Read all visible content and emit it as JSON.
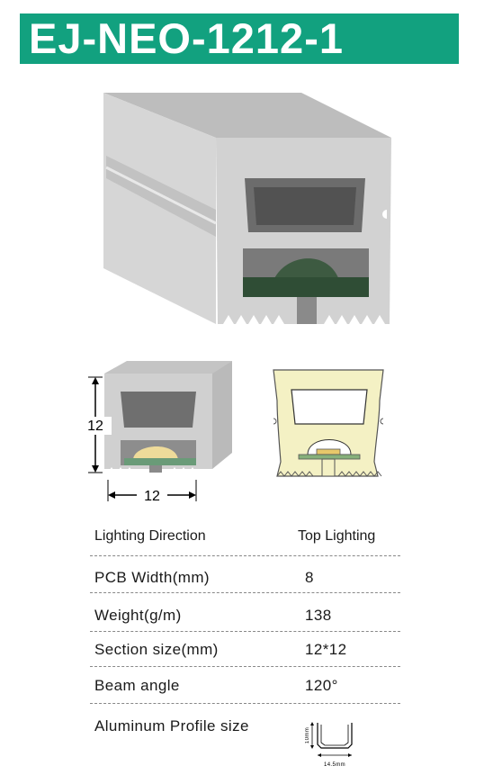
{
  "title": "EJ-NEO-1212-1",
  "dimensions": {
    "height_label": "12",
    "width_label": "12"
  },
  "specs": {
    "header": {
      "label": "Lighting  Direction",
      "value": "Top Lighting"
    },
    "rows": [
      {
        "label": "PCB  Width(mm)",
        "value": "8"
      },
      {
        "label": "Weight(g/m)",
        "value": "138"
      },
      {
        "label": "Section size(mm)",
        "value": "12*12"
      },
      {
        "label": "Beam angle",
        "value": "120°"
      },
      {
        "label": "Aluminum Profile size",
        "value": ""
      }
    ]
  },
  "profile": {
    "height_label": "10mm",
    "width_label": "14.5mm"
  },
  "colors": {
    "title_bg": "#12a17f",
    "housing_gray": "#c9c9c9",
    "glow": "#f4f1c4",
    "pcb_green": "#3f7d4d"
  }
}
